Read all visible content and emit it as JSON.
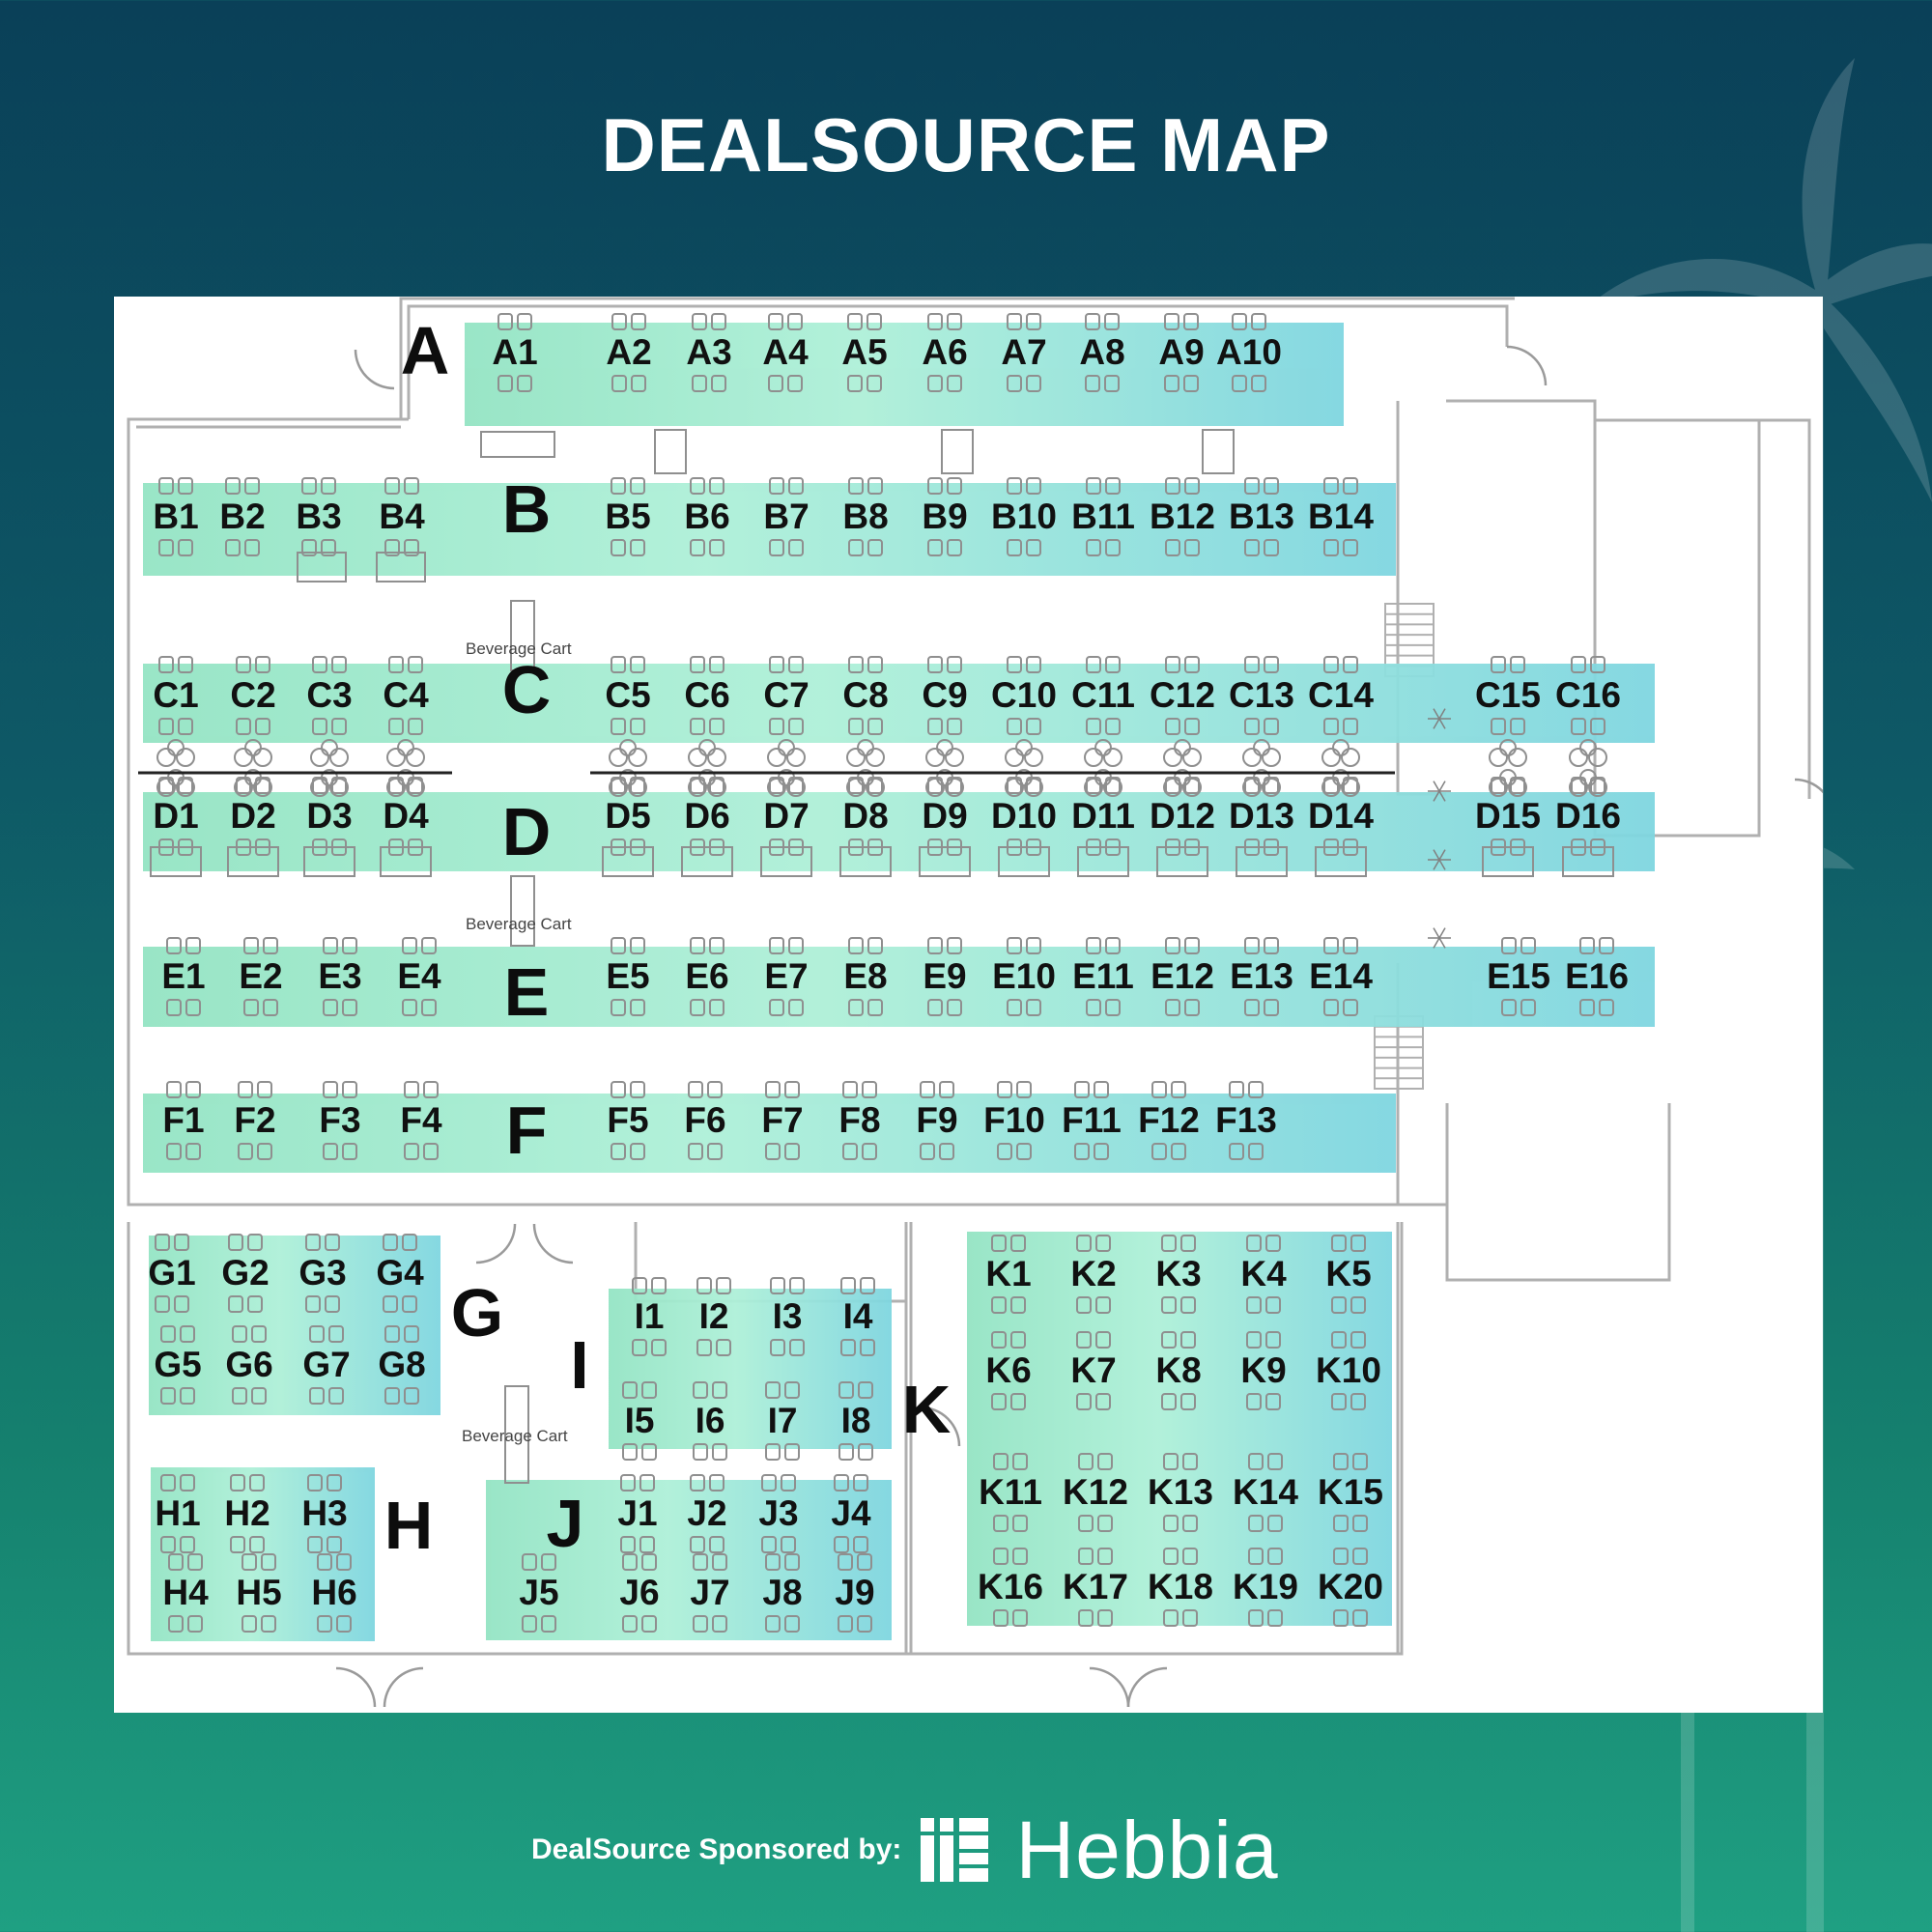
{
  "title": "DEALSOURCE MAP",
  "footer": {
    "sponsor_text": "DealSource Sponsored by:",
    "brand": "Hebbia",
    "logo_icon": "hebbia-logo-icon"
  },
  "colors": {
    "zone_light": "#a3ecd2",
    "zone_dark": "#7fd8e2",
    "label": "#111111",
    "background_top": "#0a4058",
    "background_bottom": "#1fa082"
  },
  "beverage_cart_label": "Beverage Cart",
  "rows": [
    {
      "id": "A",
      "tables": [
        "A1",
        "A2",
        "A3",
        "A4",
        "A5",
        "A6",
        "A7",
        "A8",
        "A9",
        "A10"
      ]
    },
    {
      "id": "B",
      "tables": [
        "B1",
        "B2",
        "B3",
        "B4",
        "B5",
        "B6",
        "B7",
        "B8",
        "B9",
        "B10",
        "B11",
        "B12",
        "B13",
        "B14"
      ]
    },
    {
      "id": "C",
      "tables": [
        "C1",
        "C2",
        "C3",
        "C4",
        "C5",
        "C6",
        "C7",
        "C8",
        "C9",
        "C10",
        "C11",
        "C12",
        "C13",
        "C14",
        "C15",
        "C16"
      ]
    },
    {
      "id": "D",
      "tables": [
        "D1",
        "D2",
        "D3",
        "D4",
        "D5",
        "D6",
        "D7",
        "D8",
        "D9",
        "D10",
        "D11",
        "D12",
        "D13",
        "D14",
        "D15",
        "D16"
      ]
    },
    {
      "id": "E",
      "tables": [
        "E1",
        "E2",
        "E3",
        "E4",
        "E5",
        "E6",
        "E7",
        "E8",
        "E9",
        "E10",
        "E11",
        "E12",
        "E13",
        "E14",
        "E15",
        "E16"
      ]
    },
    {
      "id": "F",
      "tables": [
        "F1",
        "F2",
        "F3",
        "F4",
        "F5",
        "F6",
        "F7",
        "F8",
        "F9",
        "F10",
        "F11",
        "F12",
        "F13"
      ]
    },
    {
      "id": "G",
      "tables": [
        "G1",
        "G2",
        "G3",
        "G4",
        "G5",
        "G6",
        "G7",
        "G8"
      ]
    },
    {
      "id": "H",
      "tables": [
        "H1",
        "H2",
        "H3",
        "H4",
        "H5",
        "H6"
      ]
    },
    {
      "id": "I",
      "tables": [
        "I1",
        "I2",
        "I3",
        "I4",
        "I5",
        "I6",
        "I7",
        "I8"
      ]
    },
    {
      "id": "J",
      "tables": [
        "J1",
        "J2",
        "J3",
        "J4",
        "J5",
        "J6",
        "J7",
        "J8",
        "J9"
      ]
    },
    {
      "id": "K",
      "tables": [
        "K1",
        "K2",
        "K3",
        "K4",
        "K5",
        "K6",
        "K7",
        "K8",
        "K9",
        "K10",
        "K11",
        "K12",
        "K13",
        "K14",
        "K15",
        "K16",
        "K17",
        "K18",
        "K19",
        "K20"
      ]
    }
  ]
}
